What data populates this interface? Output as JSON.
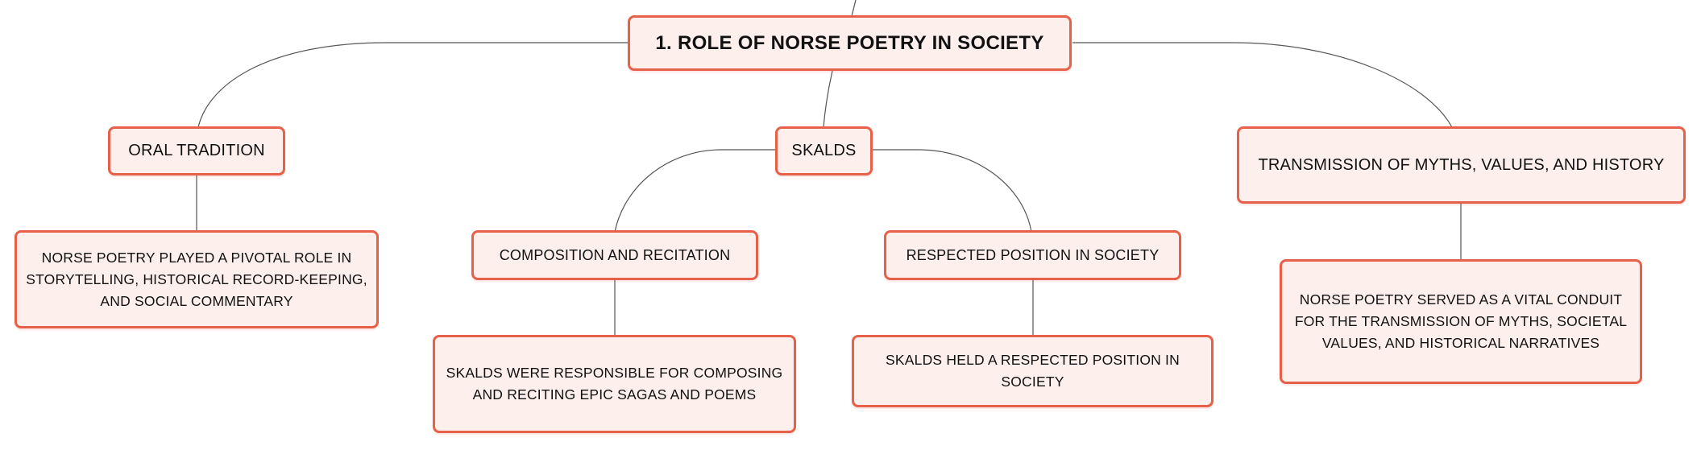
{
  "diagram": {
    "root": {
      "label": "1. ROLE OF NORSE POETRY IN SOCIETY"
    },
    "oral_tradition": {
      "label": "ORAL TRADITION",
      "detail": "NORSE POETRY PLAYED A PIVOTAL ROLE IN STORYTELLING, HISTORICAL RECORD-KEEPING, AND SOCIAL COMMENTARY"
    },
    "skalds": {
      "label": "SKALDS",
      "composition": {
        "label": "COMPOSITION AND RECITATION",
        "detail": "SKALDS WERE RESPONSIBLE FOR COMPOSING AND RECITING EPIC SAGAS AND POEMS"
      },
      "respected": {
        "label": "RESPECTED POSITION IN SOCIETY",
        "detail": "SKALDS HELD A RESPECTED POSITION IN SOCIETY"
      }
    },
    "transmission": {
      "label": "TRANSMISSION OF MYTHS, VALUES, AND HISTORY",
      "detail": "NORSE POETRY SERVED AS A VITAL CONDUIT FOR THE TRANSMISSION OF MYTHS, SOCIETAL VALUES, AND HISTORICAL NARRATIVES"
    }
  },
  "colors": {
    "node_border": "#e8604a",
    "node_fill": "#fdf0ec",
    "connector": "#555555"
  }
}
